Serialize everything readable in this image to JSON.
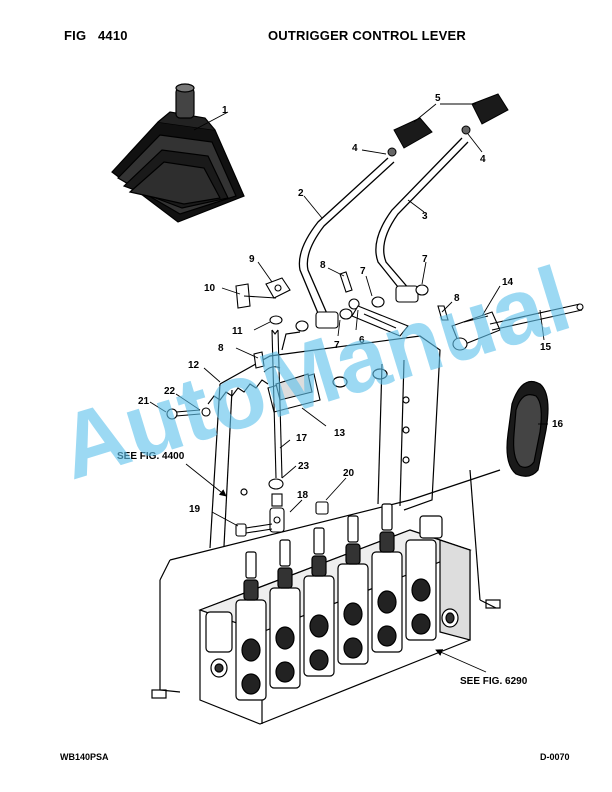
{
  "header": {
    "fig_label": "FIG",
    "fig_number": "4410",
    "title": "OUTRIGGER CONTROL LEVER"
  },
  "footer": {
    "model": "WB140PSA",
    "drawing": "D-0070"
  },
  "watermark": {
    "text": "AutoManual",
    "color": "#5fc1ec"
  },
  "references": {
    "fig_4400": "SEE FIG. 4400",
    "fig_6290": "SEE FIG. 6290"
  },
  "callouts": {
    "c1": "1",
    "c2": "2",
    "c3": "3",
    "c4a": "4",
    "c4b": "4",
    "c5": "5",
    "c6": "6",
    "c7a": "7",
    "c7b": "7",
    "c7c": "7",
    "c8a": "8",
    "c8b": "8",
    "c8c": "8",
    "c9": "9",
    "c10": "10",
    "c11": "11",
    "c12": "12",
    "c13": "13",
    "c14": "14",
    "c15": "15",
    "c16": "16",
    "c17": "17",
    "c18": "18",
    "c19": "19",
    "c20": "20",
    "c21": "21",
    "c22": "22",
    "c23": "23"
  }
}
